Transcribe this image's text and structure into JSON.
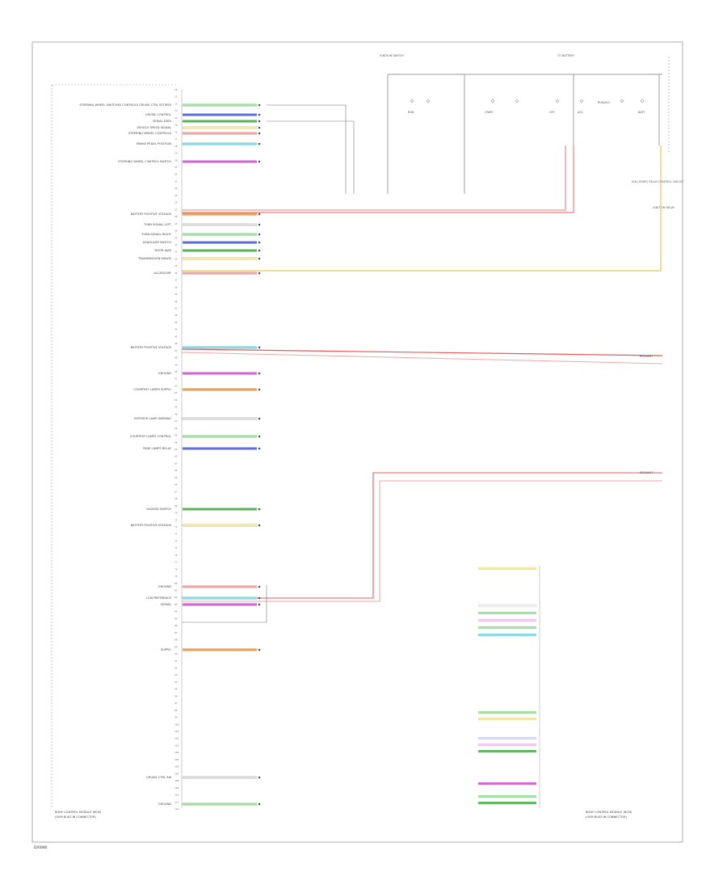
{
  "diagram": {
    "left_module_caption": [
      "BODY CONTROL MODULE (BCM)",
      "(OEM BUILT-IN CONNECTOR)"
    ],
    "right_module_caption": [
      "BODY CONTROL MODULE (BCM)",
      "(OEM BUILT-IN CONNECTOR)"
    ],
    "page_code": "D/0080",
    "colors": {
      "border": "#999999",
      "line": "#666666",
      "red_wire": "#e85a5a",
      "pink_wire": "#f2a6a6",
      "yellow_wire": "#e7c85a",
      "green_wire": "#55b855",
      "blue_wire": "#5a6ce0",
      "magenta_wire": "#d860d8",
      "cyan_wire": "#7fdfe8",
      "orange_wire": "#f0a050",
      "lightgreen_wire": "#9fe39f",
      "lightyellow_wire": "#f3eaa0"
    },
    "top_blocks": [
      "IGNITION SWITCH",
      "TO BATTERY",
      "RUN",
      "START",
      "OFF",
      "ACC",
      "RUN/ACC",
      "BATT",
      "IGNITION RELAY"
    ],
    "side_labels": [
      "IGN (START) RELAY CONTROL CIRCUIT",
      "RED/WHT",
      "RED/WHT"
    ],
    "pin_numbers": [
      "10",
      "11",
      "12",
      "13",
      "14",
      "15",
      "16",
      "17",
      "18",
      "19",
      "20",
      "21",
      "22",
      "23",
      "24",
      "25",
      "26",
      "27",
      "28",
      "29",
      "30",
      "31",
      "32",
      "33",
      "34",
      "35",
      "36",
      "37",
      "38",
      "39",
      "40",
      "41",
      "42",
      "43",
      "44",
      "45",
      "46",
      "47",
      "48",
      "49",
      "50",
      "51",
      "52",
      "53",
      "54",
      "55",
      "56",
      "57",
      "58",
      "59",
      "60",
      "61",
      "62",
      "63",
      "64",
      "65",
      "66",
      "67",
      "68",
      "69",
      "70",
      "71",
      "72",
      "73",
      "74",
      "75",
      "76",
      "77",
      "78",
      "79",
      "80",
      "81",
      "82",
      "83",
      "84",
      "85",
      "86",
      "87",
      "88",
      "89",
      "90",
      "91",
      "92",
      "93",
      "94",
      "95",
      "96",
      "97",
      "98",
      "99",
      "100",
      "101",
      "102",
      "103",
      "104",
      "105",
      "106",
      "107",
      "108",
      "109",
      "110",
      "111",
      "112"
    ],
    "left_rows": [
      "STEERING WHEEL SWITCHES CONTROLS CRUISE CTRL SET/RES",
      "CRUISE CONTROL",
      "SERIAL DATA",
      "VEHICLE SPEED SIGNAL",
      "STEERING WHEEL CONTROLS",
      "BRAKE PEDAL POSITION",
      "STEERING WHEEL CONTROL SWITCH",
      "BATTERY POSITIVE VOLTAGE",
      "TURN SIGNAL LEFT",
      "TURN SIGNAL RIGHT",
      "HEADLAMP SWITCH",
      "DOOR AJAR",
      "TRANSMISSION RANGE",
      "ACCESSORY",
      "BATTERY POSITIVE VOLTAGE",
      "GROUND",
      "COURTESY LAMPS SUPPLY",
      "INTERIOR LAMP DIMMING",
      "COURTESY LAMPS CONTROL",
      "PARK LAMPS RELAY",
      "HAZARD SWITCH",
      "BATTERY POSITIVE VOLTAGE",
      "GROUND",
      "LOW REFERENCE",
      "SIGNAL",
      "SUPPLY",
      "CRUISE CTRL SW",
      "GROUND"
    ]
  }
}
